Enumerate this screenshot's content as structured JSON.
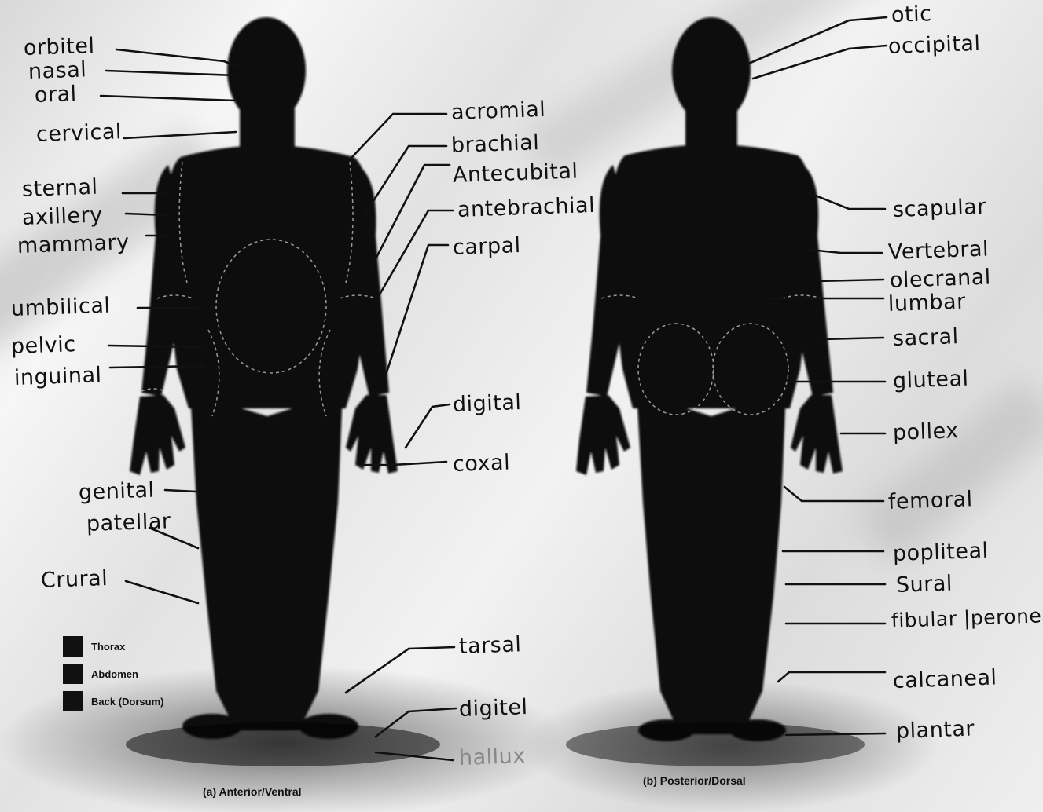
{
  "captions": {
    "anterior": "(a) Anterior/Ventral",
    "posterior": "(b) Posterior/Dorsal"
  },
  "legend": [
    "Thorax",
    "Abdomen",
    "Back (Dorsum)"
  ],
  "labels": {
    "orbital": "orbitel",
    "nasal": "nasal",
    "oral": "oral",
    "cervical": "cervical",
    "sternal": "sternal",
    "axillary": "axillery",
    "mammary": "mammary",
    "umbilical": "umbilical",
    "pelvic": "pelvic",
    "inguinal": "inguinal",
    "genital": "genital",
    "patellar": "patellar",
    "crural": "Crural",
    "acromial": "acromial",
    "brachial": "brachial",
    "antecubital": "Antecubital",
    "antebrachial": "antebrachial",
    "carpal": "carpal",
    "digital_hand": "digital",
    "coxal": "coxal",
    "tarsal": "tarsal",
    "digital_foot": "digitel",
    "hallux": "hallux",
    "otic": "otic",
    "occipital": "occipital",
    "scapular": "scapular",
    "vertebral": "Vertebral",
    "olecranal": "olecranal",
    "lumbar": "lumbar",
    "sacral": "sacral",
    "gluteal": "gluteal",
    "pollex": "pollex",
    "femoral": "femoral",
    "popliteal": "popliteal",
    "sural": "Sural",
    "fibular": "fibular |peroneal",
    "calcaneal": "calcaneal",
    "plantar": "plantar"
  }
}
